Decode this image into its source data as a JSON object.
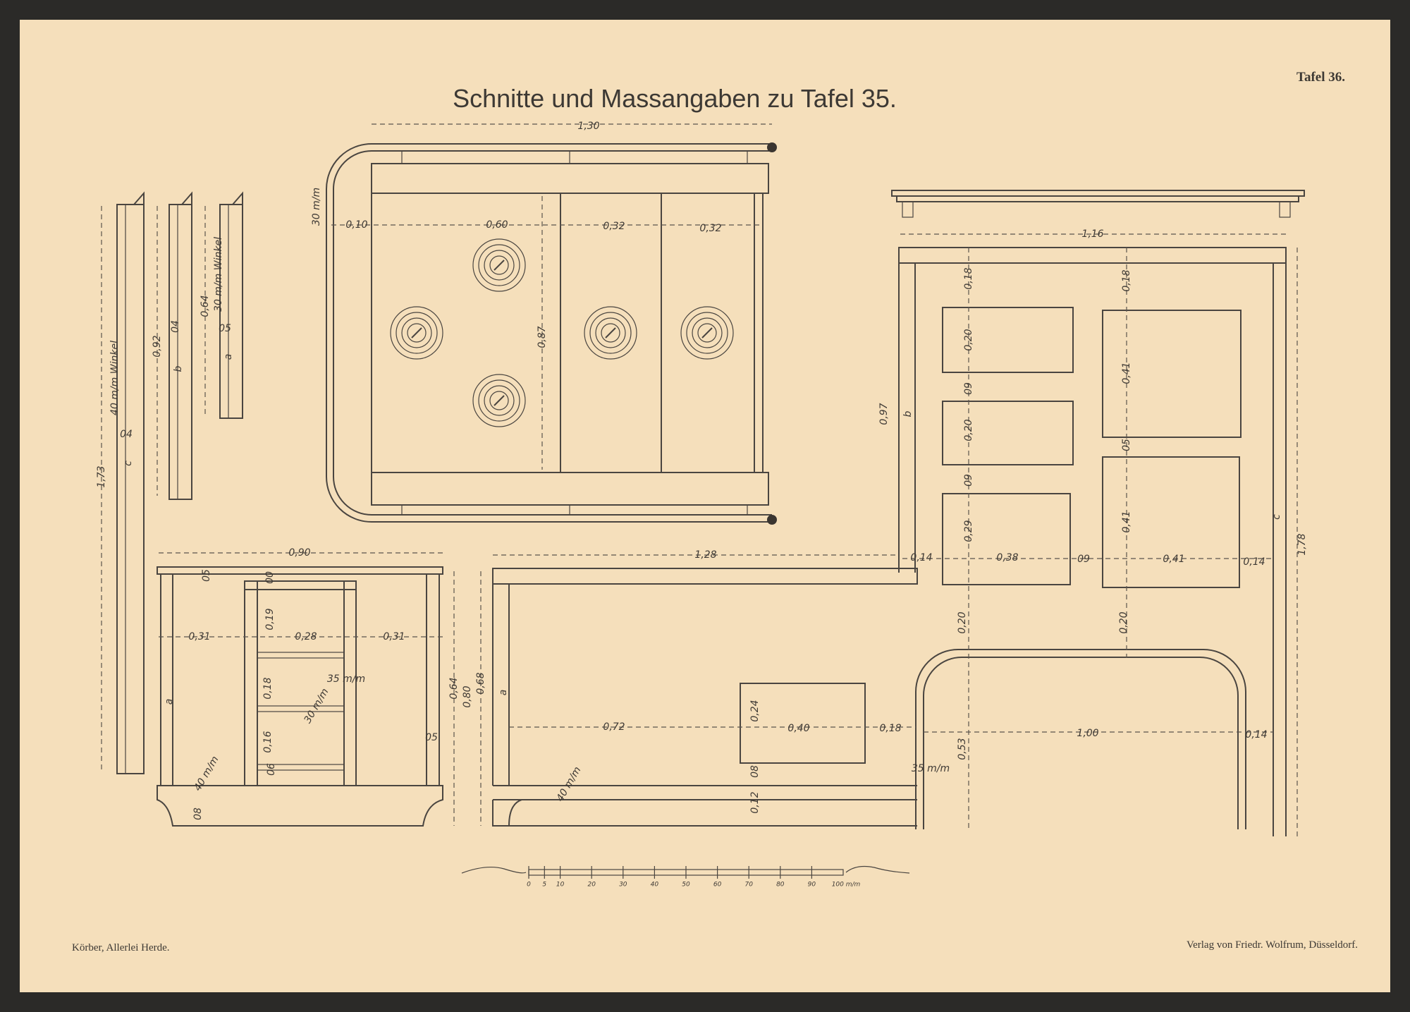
{
  "header": {
    "title": "Schnitte und Massangaben zu Tafel 35.",
    "plate": "Tafel 36."
  },
  "footer": {
    "left": "Körber, Allerlei Herde.",
    "right": "Verlag von Friedr. Wolfrum, Düsseldorf."
  },
  "top_view": {
    "width": "1,30",
    "d1": "0,10",
    "d2": "0,60",
    "d3": "0,32",
    "d4": "0,32",
    "depth": "0,87",
    "rail": "30 m/m"
  },
  "front_elevation": {
    "width": "1,16",
    "height": "0,97",
    "mark_b": "b",
    "l1": "0,18",
    "l2": "0,20",
    "l3": "09",
    "l4": "0,20",
    "l5": "09",
    "l6": "0,29",
    "r1": "0,18",
    "r2": "0,41",
    "r3": "05",
    "r4": "0,41",
    "h1": "0,14",
    "h2": "0,38",
    "h3": "09",
    "h4": "0,41",
    "h5": "0,14",
    "total": "1,78",
    "mark_c": "c",
    "v1": "0,20",
    "v2": "0,20",
    "oven_h": "0,53",
    "oven_w": "1,00",
    "oven_r": "0,14",
    "angle": "35 m/m"
  },
  "base_front": {
    "width": "1,28",
    "left": "0,72",
    "box_h": "0,24",
    "box_w": "0,40",
    "right": "0,18",
    "b1": "08",
    "b2": "0,12",
    "height": "0,68",
    "mark_a": "a",
    "angle": "40 m/m"
  },
  "side_view": {
    "width": "0,90",
    "top": "05",
    "w1": "0,31",
    "w2": "0,28",
    "w3": "0,31",
    "s0": "00",
    "s1": "0,19",
    "s2": "0,18",
    "s3": "0,16",
    "s4": "06",
    "a35": "35 m/m",
    "a30": "30 m/m",
    "h1": "0,64",
    "h2": "0,80",
    "side": "05",
    "mark_a": "a",
    "foot": "08",
    "a40": "40 m/m"
  },
  "parts": {
    "c_len": "1,73",
    "c_mark": "c",
    "c_w": "04",
    "c_note": "40 m/m Winkel",
    "b_len": "0,92",
    "b_mark": "b",
    "b_w": "04",
    "a_len": "0,64",
    "a_mark": "a",
    "a_w": "05",
    "a_note": "30 m/m Winkel"
  },
  "scale_bar": {
    "ticks": [
      "0",
      "5",
      "10",
      "20",
      "30",
      "40",
      "50",
      "60",
      "70",
      "80",
      "90"
    ],
    "end": "100 m/m"
  }
}
